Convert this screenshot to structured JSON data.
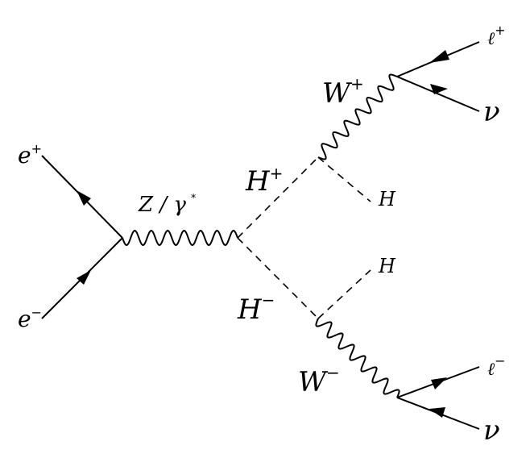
{
  "labels": {
    "e_plus": "e",
    "e_plus_sup": "+",
    "e_minus": "e",
    "e_minus_sup": "−",
    "z_gamma": "Z / γ",
    "z_gamma_sup": "*",
    "h_plus": "H",
    "h_plus_sup": "+",
    "h_minus": "H",
    "h_minus_sup": "−",
    "w_plus": "W",
    "w_plus_sup": "+",
    "w_minus": "W",
    "w_minus_sup": "−",
    "h_upper": "H",
    "h_lower": "H",
    "l_plus": "ℓ",
    "l_plus_sup": "+",
    "l_minus": "ℓ",
    "l_minus_sup": "−",
    "nu_upper": "ν",
    "nu_lower": "ν"
  }
}
